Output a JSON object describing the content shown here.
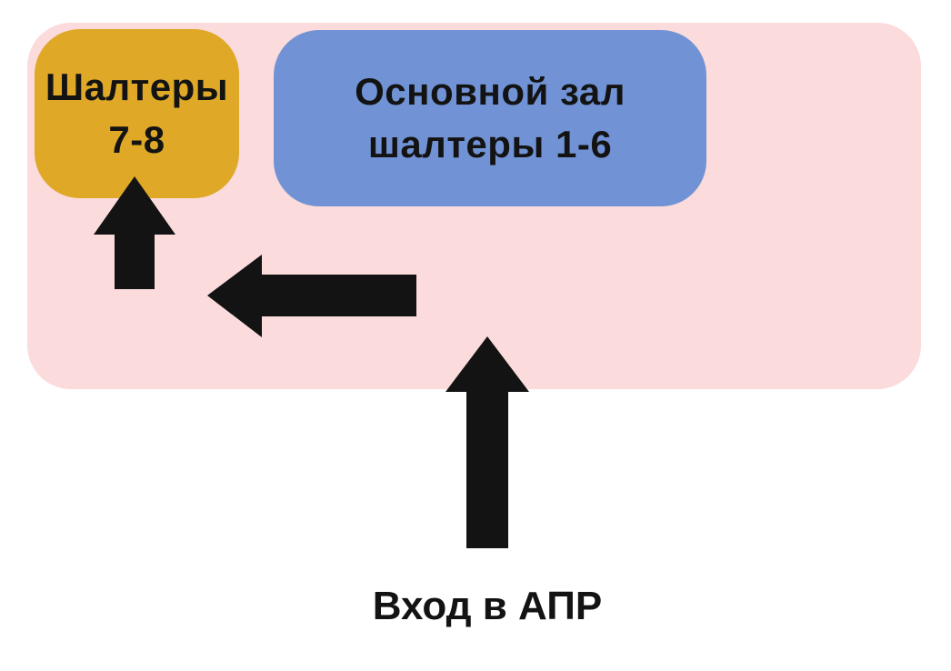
{
  "diagram": {
    "background_color": "#ffffff",
    "hall_area": {
      "color": "#fbdbdb"
    },
    "boxes": {
      "counters78": {
        "line1": "Шалтеры",
        "line2": "7-8",
        "color": "#dfa827"
      },
      "main_hall": {
        "line1": "Основной зал",
        "line2": "шалтеры 1-6",
        "color": "#7193d6"
      }
    },
    "entrance_label": "Вход в АПР",
    "arrow_color": "#131313",
    "arrows": [
      "up-arrow-to-counters-7-8",
      "left-arrow-along-hall",
      "up-arrow-from-entrance"
    ]
  }
}
